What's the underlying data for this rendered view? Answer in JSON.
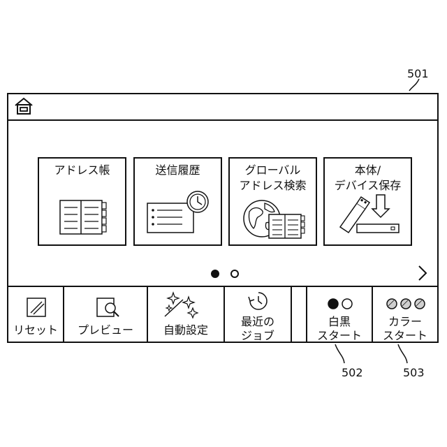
{
  "figure_refs": {
    "panel": "501",
    "mono_start": "502",
    "color_start": "503"
  },
  "header": {
    "home_icon": "home-icon"
  },
  "tiles": [
    {
      "label": "アドレス帳",
      "icon": "address-book-icon"
    },
    {
      "label": "送信履歴",
      "icon": "send-history-icon"
    },
    {
      "label": "グローバル\nアドレス検索",
      "icon": "global-address-search-icon"
    },
    {
      "label": "本体/\nデバイス保存",
      "icon": "device-save-icon"
    }
  ],
  "pagination": {
    "active_page": 1,
    "page_count": 2,
    "next_icon": "chevron-right-icon"
  },
  "bottom_bar": {
    "reset": {
      "label": "リセット",
      "icon": "reset-icon"
    },
    "preview": {
      "label": "プレビュー",
      "icon": "preview-icon"
    },
    "auto_settings": {
      "label": "自動設定",
      "icon": "sparkle-icon"
    },
    "recent_jobs": {
      "label": "最近の\nジョブ",
      "icon": "clock-icon"
    },
    "mono_start": {
      "label": "白黒\nスタート",
      "icon": "mono-dots-icon"
    },
    "color_start": {
      "label": "カラー\nスタート",
      "icon": "color-dots-icon"
    }
  },
  "colors": {
    "line": "#111111",
    "background": "#ffffff",
    "color_dot_fill": "#cfcfcf"
  }
}
